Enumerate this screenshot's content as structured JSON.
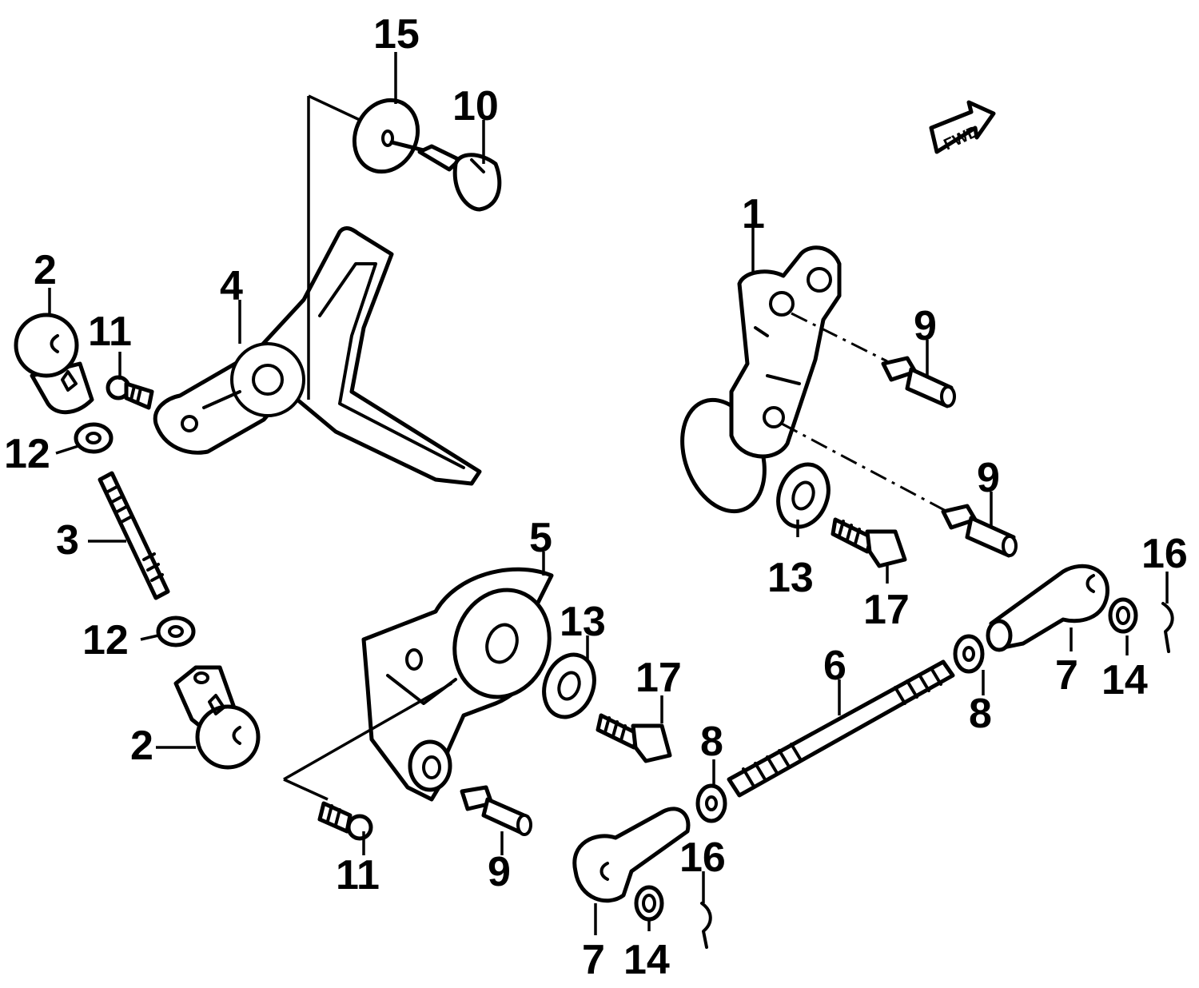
{
  "diagram": {
    "direction_marker": "FWD",
    "callouts": [
      {
        "id": "c1",
        "label": "1"
      },
      {
        "id": "c2a",
        "label": "2"
      },
      {
        "id": "c2b",
        "label": "2"
      },
      {
        "id": "c3",
        "label": "3"
      },
      {
        "id": "c4",
        "label": "4"
      },
      {
        "id": "c5",
        "label": "5"
      },
      {
        "id": "c6",
        "label": "6"
      },
      {
        "id": "c7a",
        "label": "7"
      },
      {
        "id": "c7b",
        "label": "7"
      },
      {
        "id": "c8a",
        "label": "8"
      },
      {
        "id": "c8b",
        "label": "8"
      },
      {
        "id": "c9a",
        "label": "9"
      },
      {
        "id": "c9b",
        "label": "9"
      },
      {
        "id": "c9c",
        "label": "9"
      },
      {
        "id": "c10",
        "label": "10"
      },
      {
        "id": "c11a",
        "label": "11"
      },
      {
        "id": "c11b",
        "label": "11"
      },
      {
        "id": "c12a",
        "label": "12"
      },
      {
        "id": "c12b",
        "label": "12"
      },
      {
        "id": "c13a",
        "label": "13"
      },
      {
        "id": "c13b",
        "label": "13"
      },
      {
        "id": "c14a",
        "label": "14"
      },
      {
        "id": "c14b",
        "label": "14"
      },
      {
        "id": "c15",
        "label": "15"
      },
      {
        "id": "c16a",
        "label": "16"
      },
      {
        "id": "c16b",
        "label": "16"
      },
      {
        "id": "c17a",
        "label": "17"
      },
      {
        "id": "c17b",
        "label": "17"
      }
    ]
  }
}
